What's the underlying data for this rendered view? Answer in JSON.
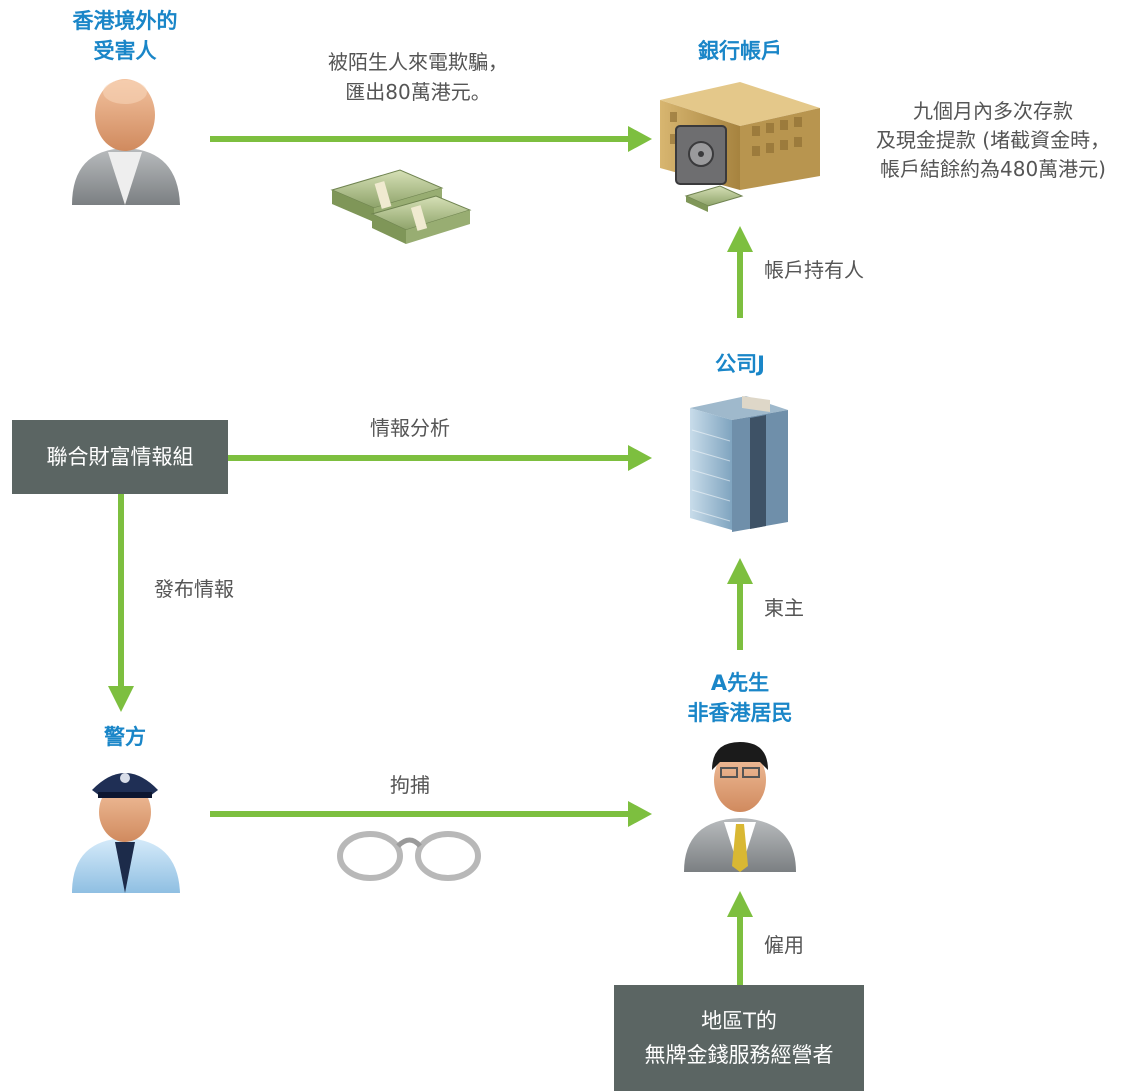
{
  "nodes": {
    "victim": {
      "title": "香港境外的\n受害人"
    },
    "bank": {
      "title": "銀行帳戶",
      "note": "九個月內多次存款\n及現金提款 (堵截資金時，\n帳戶結餘約為480萬港元)"
    },
    "company": {
      "title": "公司J"
    },
    "jfiu": {
      "label": "聯合財富情報組"
    },
    "police": {
      "title": "警方"
    },
    "mr_a": {
      "title": "A先生\n非香港居民"
    },
    "operator": {
      "label": "地區T的\n無牌金錢服務經營者"
    }
  },
  "edges": {
    "victim_to_bank": "被陌生人來電欺騙，\n匯出80萬港元。",
    "company_to_bank": "帳戶持有人",
    "jfiu_to_company": "情報分析",
    "jfiu_to_police": "發布情報",
    "a_to_company": "東主",
    "police_to_a": "拘捕",
    "operator_to_a": "僱用"
  },
  "colors": {
    "arrow": "#7dbf3f",
    "title": "#1a86c8",
    "box": "#5b6563",
    "text": "#555555"
  }
}
